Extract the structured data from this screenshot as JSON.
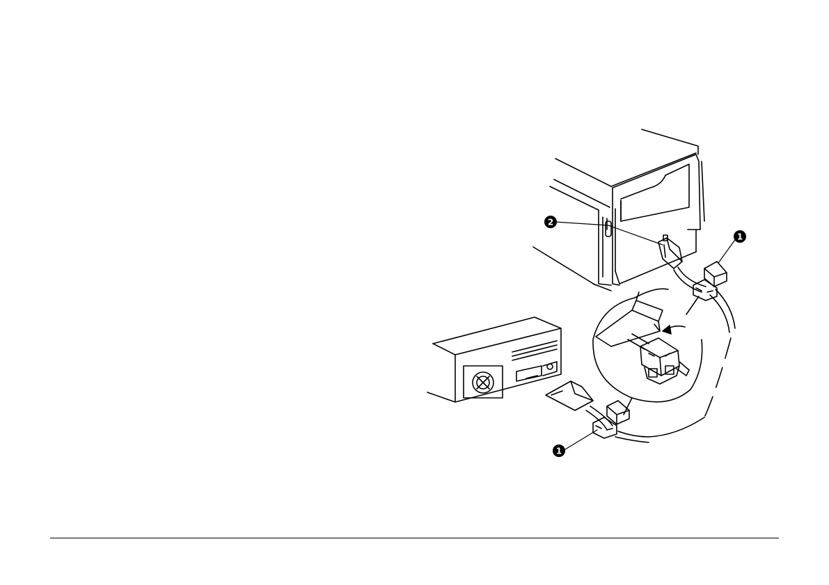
{
  "callouts": [
    {
      "id": "ferrite-core-printer",
      "number": "1"
    },
    {
      "id": "interface-port",
      "number": "2"
    },
    {
      "id": "ferrite-core-computer",
      "number": "1"
    }
  ],
  "colors": {
    "line": "#000000",
    "paper": "#ffffff",
    "shade": "#e8e8e8"
  }
}
